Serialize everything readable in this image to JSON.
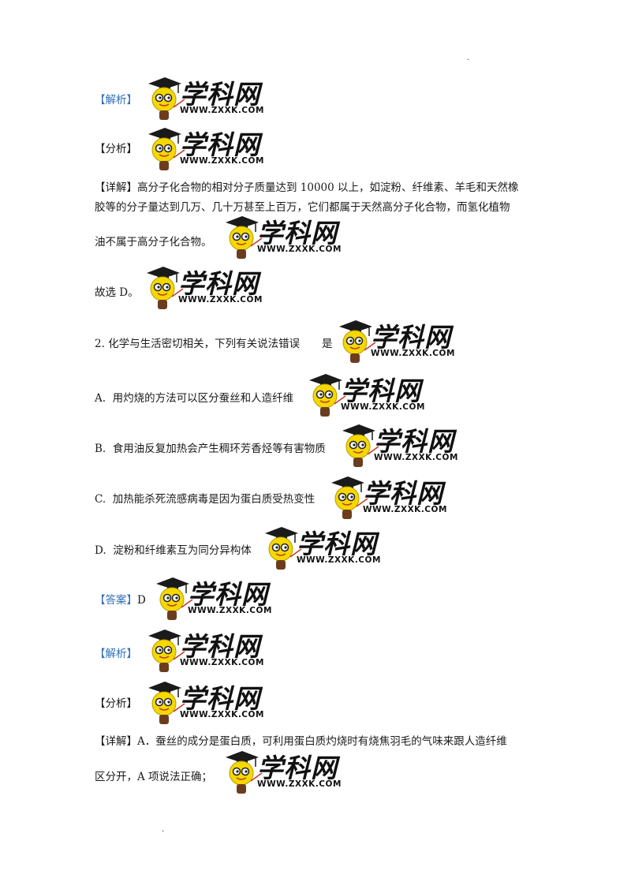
{
  "header_dot": ".",
  "footer_dot": ".",
  "logo": {
    "text": "学科网",
    "url": "WWW.ZXXK.COM"
  },
  "section1": {
    "analysis_label": "【解析】",
    "fenxi_label": "【分析】",
    "detail_label": "【详解】",
    "detail_line1": "高分子化合物的相对分子质量达到 10000 以上，如淀粉、纤维素、羊毛和天然橡",
    "detail_line2": "胶等的分子量达到几万、几十万甚至上百万，它们都属于天然高分子化合物，而氢化植物",
    "detail_line3": "油不属于高分子化合物。",
    "conclusion": "故选 D。"
  },
  "question2": {
    "stem": "2. 化学与生活密切相关，下列有关说法错误",
    "stem_end": "是",
    "options": [
      {
        "letter": "A.",
        "text": "用灼烧的方法可以区分蚕丝和人造纤维"
      },
      {
        "letter": "B.",
        "text": "食用油反复加热会产生稠环芳香烃等有害物质"
      },
      {
        "letter": "C.",
        "text": "加热能杀死流感病毒是因为蛋白质受热变性"
      },
      {
        "letter": "D.",
        "text": "淀粉和纤维素互为同分异构体"
      }
    ],
    "answer_label": "【答案】",
    "answer_value": "D",
    "analysis_label": "【解析】",
    "fenxi_label": "【分析】",
    "detail_label": "【详解】",
    "detail_line1": "A．蚕丝的成分是蛋白质，可利用蛋白质灼烧时有烧焦羽毛的气味来跟人造纤维",
    "detail_line2": "区分开，A 项说法正确；"
  },
  "colors": {
    "label_blue": "#2f6fb6",
    "text": "#1a1a1a",
    "logo_yellow": "#f5d800",
    "logo_dark": "#1a1a1a"
  }
}
